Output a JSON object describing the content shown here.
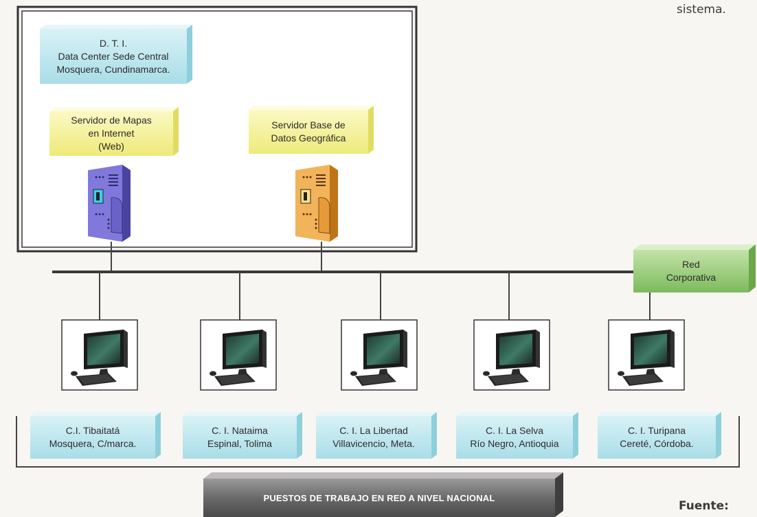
{
  "header_fragment": "sistema.",
  "footer_fragment": "Fuente:",
  "dti": {
    "lines": [
      "D. T. I.",
      "Data Center Sede Central",
      "Mosquera, Cundinamarca."
    ]
  },
  "servers": [
    {
      "lines": [
        "Servidor de Mapas",
        "en Internet",
        "(Web)"
      ],
      "color": "#7b74d6",
      "icon": "server-tower-icon"
    },
    {
      "lines": [
        "Servidor Base de",
        "Datos Geográfica"
      ],
      "color": "#f0a848",
      "icon": "server-tower-icon"
    }
  ],
  "network": {
    "lines": [
      "Red",
      "Corporativa"
    ]
  },
  "workstations": [
    {
      "lines": [
        "C.I. Tibaitatá",
        "Mosquera, C/marca."
      ],
      "icon": "desktop-computer-icon"
    },
    {
      "lines": [
        "C. I. Nataima",
        "Espinal, Tolima"
      ],
      "icon": "desktop-computer-icon"
    },
    {
      "lines": [
        "C. I. La Libertad",
        "Villavicencio, Meta."
      ],
      "icon": "desktop-computer-icon"
    },
    {
      "lines": [
        "C. I. La Selva",
        "Río Negro, Antioquia"
      ],
      "icon": "desktop-computer-icon"
    },
    {
      "lines": [
        "C. I. Turipana",
        "Cereté, Córdoba."
      ],
      "icon": "desktop-computer-icon"
    }
  ],
  "banner": {
    "label": "PUESTOS DE TRABAJO EN RED A NIVEL NACIONAL"
  },
  "colors": {
    "cyan_box": "#bfe7ef",
    "yellow_box": "#f6f39a",
    "green_box": "#96c97a",
    "banner": "#6e6e6e",
    "line": "#444444"
  }
}
